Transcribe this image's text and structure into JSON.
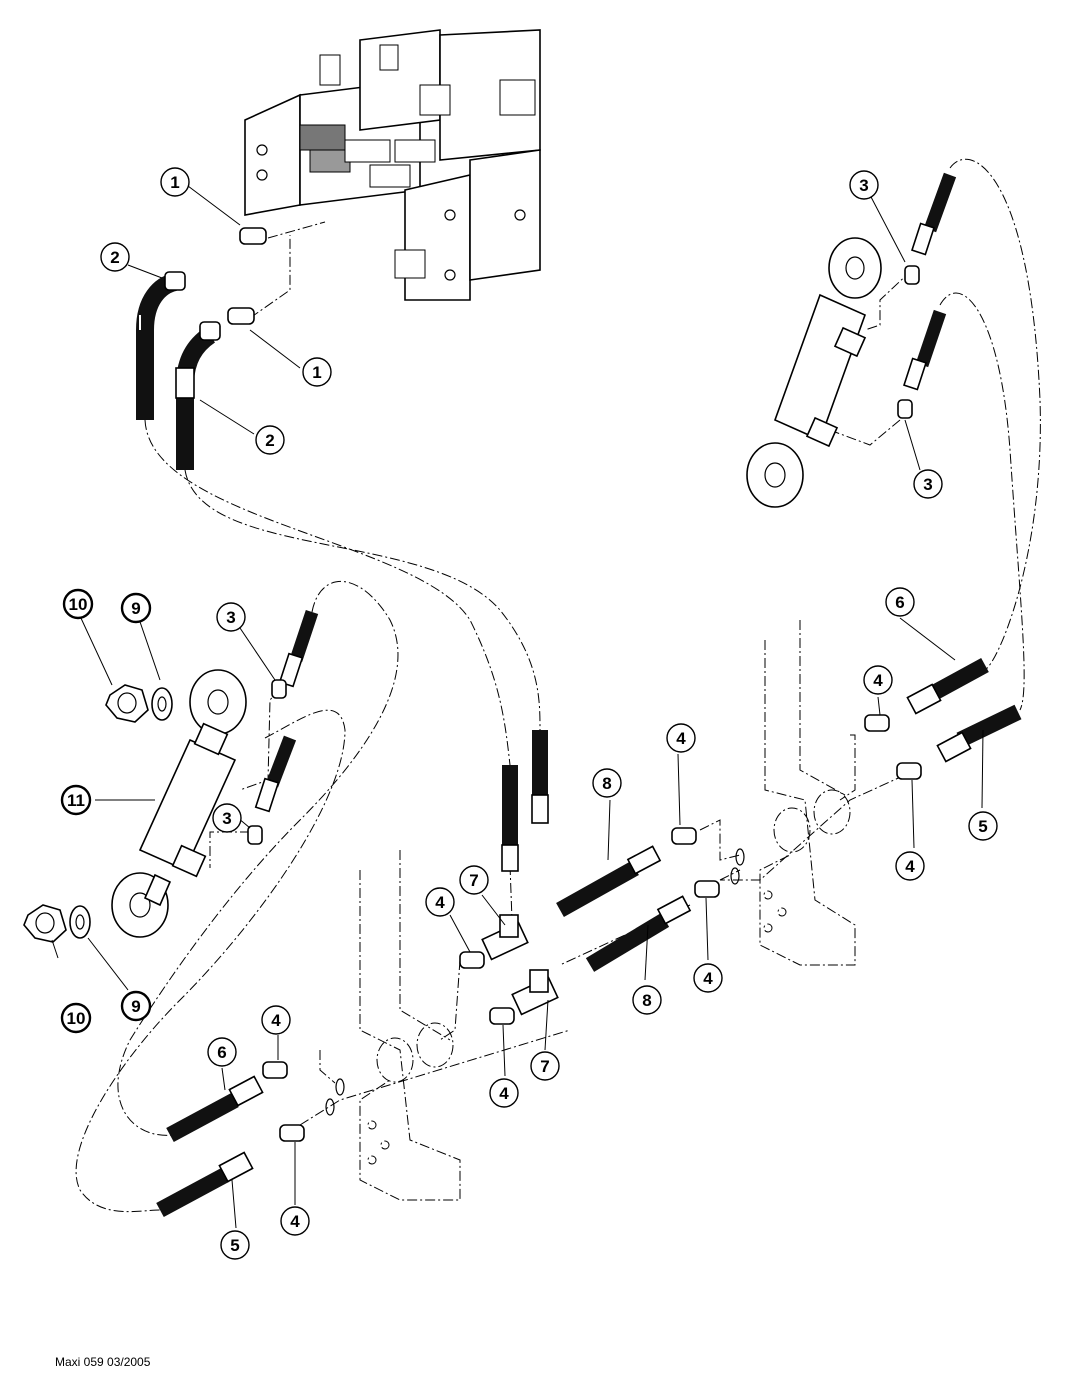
{
  "footer": {
    "text": "Maxi 059 03/2005"
  },
  "callouts": [
    {
      "label": "1"
    },
    {
      "label": "1"
    },
    {
      "label": "2"
    },
    {
      "label": "2"
    },
    {
      "label": "3"
    },
    {
      "label": "3"
    },
    {
      "label": "3"
    },
    {
      "label": "3"
    },
    {
      "label": "4"
    },
    {
      "label": "4"
    },
    {
      "label": "4"
    },
    {
      "label": "4"
    },
    {
      "label": "4"
    },
    {
      "label": "4"
    },
    {
      "label": "4"
    },
    {
      "label": "4"
    },
    {
      "label": "5"
    },
    {
      "label": "5"
    },
    {
      "label": "6"
    },
    {
      "label": "6"
    },
    {
      "label": "7"
    },
    {
      "label": "7"
    },
    {
      "label": "8"
    },
    {
      "label": "8"
    },
    {
      "label": "9"
    },
    {
      "label": "9"
    },
    {
      "label": "10"
    },
    {
      "label": "10"
    },
    {
      "label": "11"
    }
  ]
}
